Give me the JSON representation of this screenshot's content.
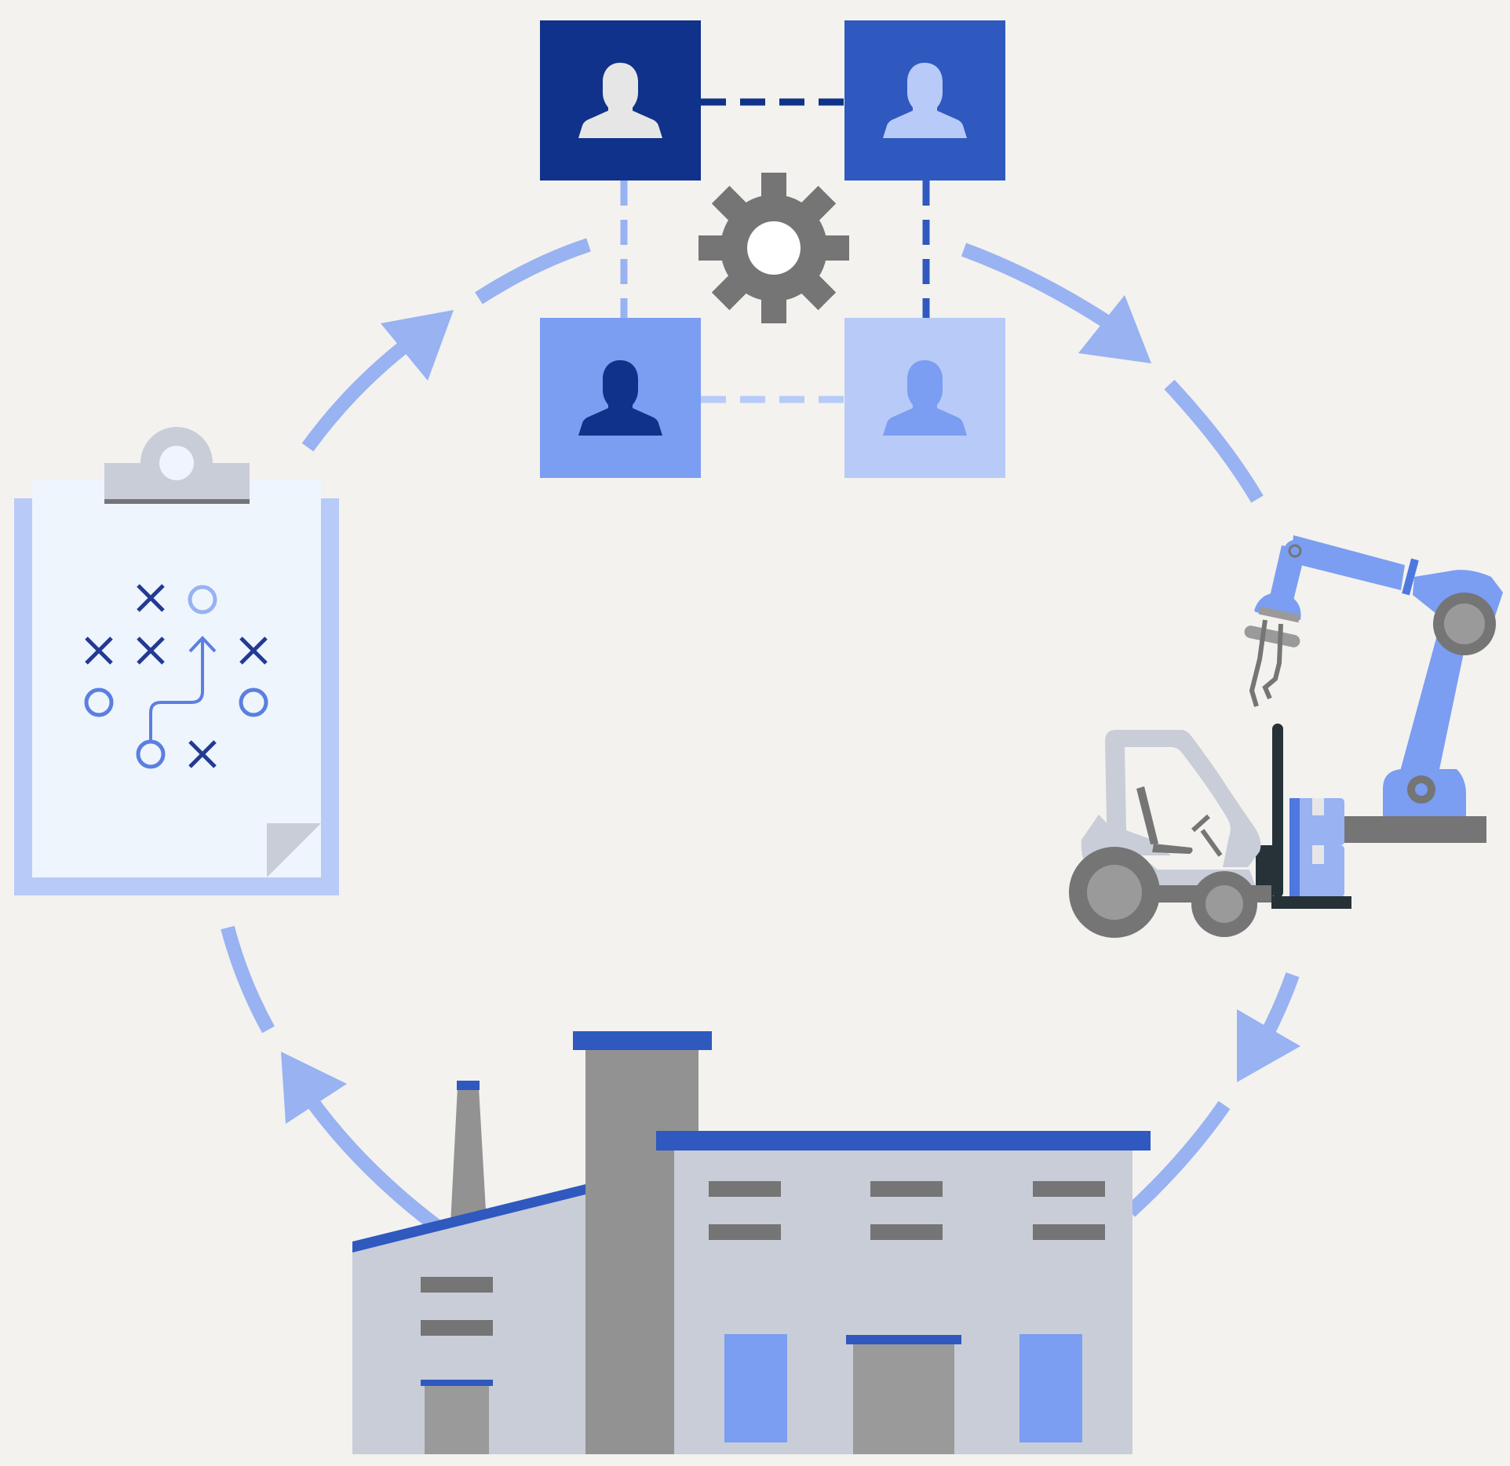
{
  "diagram": {
    "stages": [
      {
        "id": "team",
        "icon": "team-collaboration-icon"
      },
      {
        "id": "automation",
        "icon": "robot-arm-forklift-icon"
      },
      {
        "id": "factory",
        "icon": "factory-icon"
      },
      {
        "id": "plan",
        "icon": "clipboard-play-diagram-icon"
      }
    ],
    "cycle_direction": "clockwise"
  },
  "colors": {
    "background": "#f3f2ef",
    "navy": "#10328a",
    "royal": "#2f59bf",
    "periwinkle": "#7b9df2",
    "light_blue": "#b8caf8",
    "arrow": "#98b2f2",
    "gray_dark": "#757575",
    "gray_mid": "#929292",
    "gray_light": "#c8cdd8",
    "paper": "#eff5fd",
    "charcoal": "#263238"
  }
}
